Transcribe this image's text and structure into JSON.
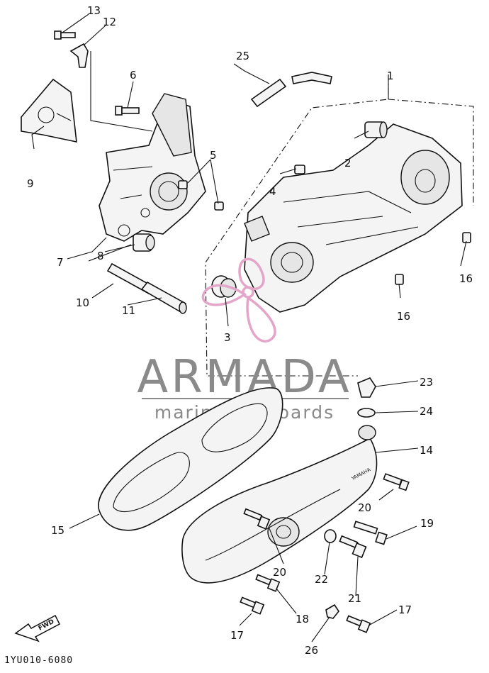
{
  "diagram": {
    "callouts": {
      "c1": "1",
      "c2": "2",
      "c3": "3",
      "c4": "4",
      "c5": "5",
      "c6": "6",
      "c7": "7",
      "c8": "8",
      "c9": "9",
      "c10": "10",
      "c11": "11",
      "c12": "12",
      "c13": "13",
      "c14": "14",
      "c15": "15",
      "c16a": "16",
      "c16b": "16",
      "c17a": "17",
      "c17b": "17",
      "c18": "18",
      "c19": "19",
      "c20a": "20",
      "c20b": "20",
      "c21": "21",
      "c22": "22",
      "c23": "23",
      "c24": "24",
      "c25": "25",
      "c26": "26"
    },
    "diagram_code": "1YU010-6080",
    "fwd_label": "FWD"
  },
  "watermark": {
    "brand": "ARMADA",
    "tagline": "marine outboards",
    "brand_color": "#8a8a8a",
    "logo_color": "#e4a6c8"
  }
}
